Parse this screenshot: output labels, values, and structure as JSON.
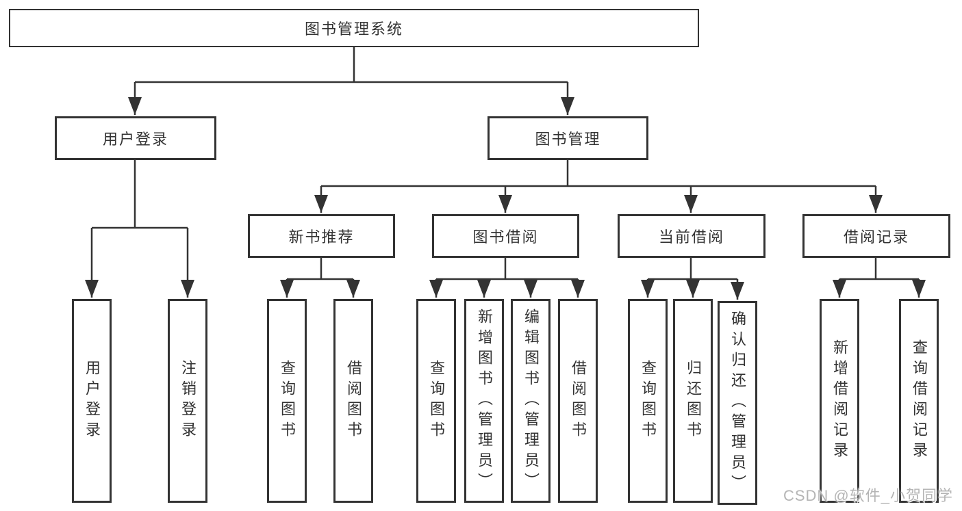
{
  "colors": {
    "line": "#333333",
    "box_border": "#333333",
    "box_fill": "#ffffff",
    "text": "#333333",
    "watermark": "#b5b5b5"
  },
  "tree": {
    "root": {
      "label": "图书管理系统"
    },
    "children": [
      {
        "label": "用户登录",
        "children": [
          {
            "label": "用户登录"
          },
          {
            "label": "注销登录"
          }
        ]
      },
      {
        "label": "图书管理",
        "children": [
          {
            "label": "新书推荐",
            "children": [
              {
                "label": "查询图书"
              },
              {
                "label": "借阅图书"
              }
            ]
          },
          {
            "label": "图书借阅",
            "children": [
              {
                "label": "查询图书"
              },
              {
                "label": "新增图书（管理员）"
              },
              {
                "label": "编辑图书（管理员）"
              },
              {
                "label": "借阅图书"
              }
            ]
          },
          {
            "label": "当前借阅",
            "children": [
              {
                "label": "查询图书"
              },
              {
                "label": "归还图书"
              },
              {
                "label": "确认归还（管理员）"
              }
            ]
          },
          {
            "label": "借阅记录",
            "children": [
              {
                "label": "新增借阅记录"
              },
              {
                "label": "查询借阅记录"
              }
            ]
          }
        ]
      }
    ]
  },
  "watermark": {
    "text": "CSDN @软件_小贺同学"
  }
}
